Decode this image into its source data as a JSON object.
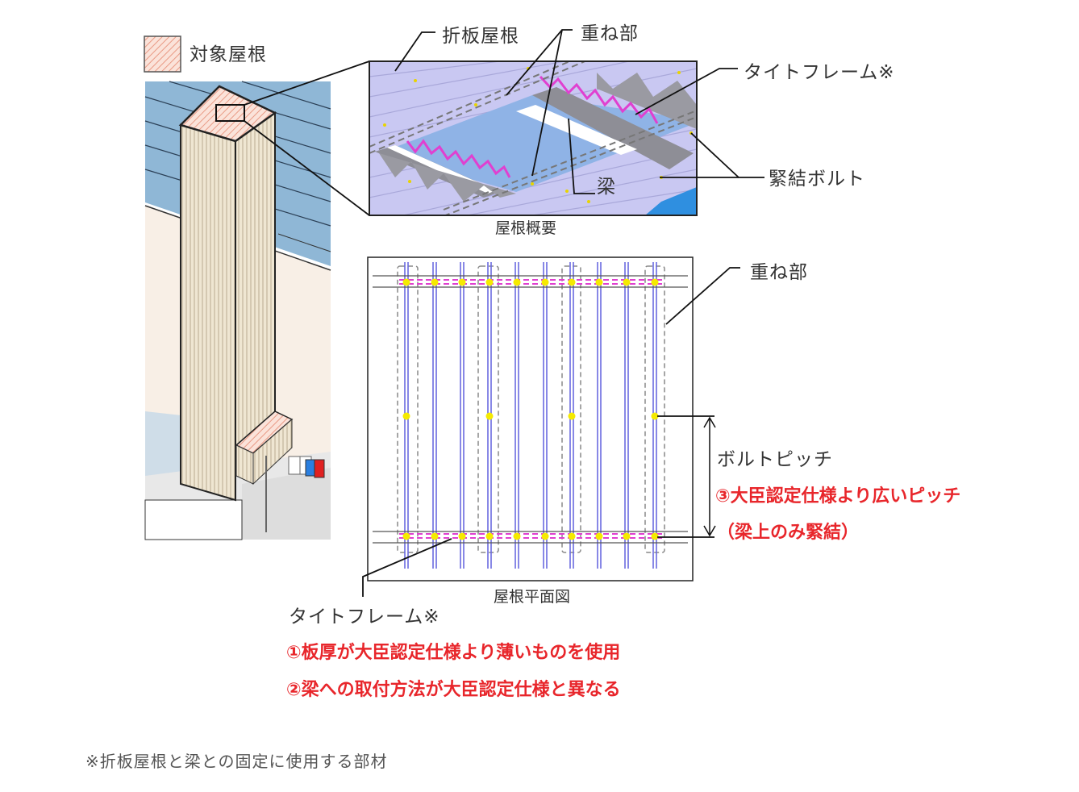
{
  "legend": {
    "target_roof": "対象屋根"
  },
  "overview": {
    "caption": "屋根概要",
    "labels": {
      "folded_plate_roof": "折板屋根",
      "overlap": "重ね部",
      "tight_frame": "タイトフレーム※",
      "bolt": "緊結ボルト",
      "beam": "梁"
    }
  },
  "plan": {
    "caption": "屋根平面図",
    "labels": {
      "overlap": "重ね部",
      "bolt_pitch": "ボルトピッチ",
      "tight_frame": "タイトフレーム※"
    }
  },
  "issues": {
    "issue1": "①板厚が大臣認定仕様より薄いものを使用",
    "issue2": "②梁への取付方法が大臣認定仕様と異なる",
    "issue3": "③大臣認定仕様より広いピッチ",
    "issue3_sub": "（梁上のみ緊結）"
  },
  "footnote": "※折板屋根と梁との固定に使用する部材",
  "colors": {
    "issue_red": "#e8262b",
    "roof_purple": "#c9c8f2",
    "frame_magenta": "#e040d0",
    "bolt_yellow": "#f2e600"
  }
}
